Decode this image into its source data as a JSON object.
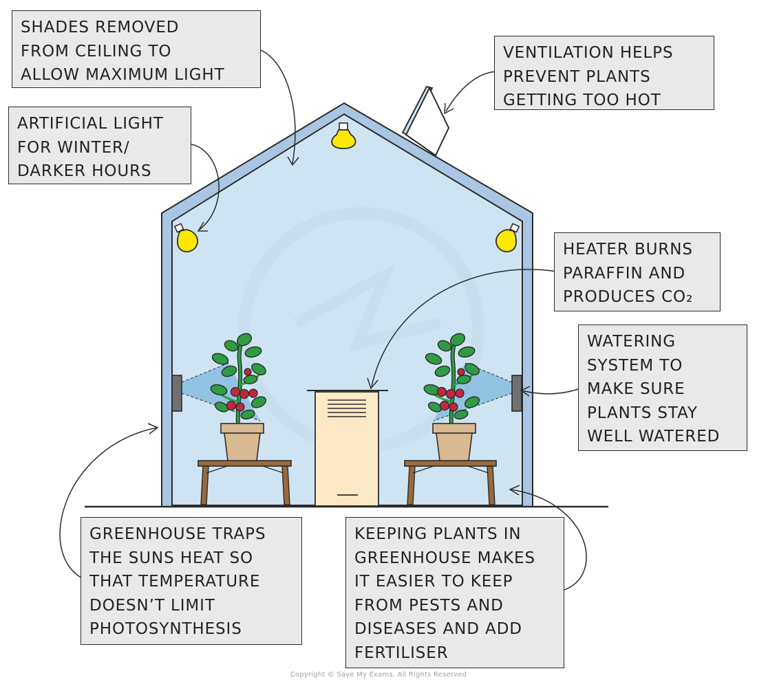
{
  "labels": {
    "shades": [
      "SHADES REMOVED",
      "FROM CEILING TO",
      "ALLOW MAXIMUM LIGHT"
    ],
    "artificial": [
      "ARTIFICIAL LIGHT",
      "FOR WINTER/",
      "DARKER HOURS"
    ],
    "ventilation": [
      "VENTILATION HELPS",
      "PREVENT PLANTS",
      "GETTING TOO HOT"
    ],
    "heater": [
      "HEATER BURNS",
      "PARAFFIN AND",
      "PRODUCES CO₂"
    ],
    "watering": [
      "WATERING",
      "SYSTEM TO",
      "MAKE SURE",
      "PLANTS STAY",
      "WELL WATERED"
    ],
    "traps": [
      "GREENHOUSE TRAPS",
      "THE SUNS HEAT SO",
      "THAT TEMPERATURE",
      "DOESN’T LIMIT",
      "PHOTOSYNTHESIS"
    ],
    "pests": [
      "KEEPING PLANTS IN",
      "GREENHOUSE MAKES",
      "IT EASIER TO KEEP",
      "FROM PESTS AND",
      "DISEASES AND ADD",
      "FERTILISER"
    ]
  },
  "copyright": "Copyright © Save My Exams. All Rights Reserved",
  "colors": {
    "glass": "#cfe4f3",
    "frame": "#a9c6e4",
    "outline": "#2b2b2b",
    "label_fill": "#e9e9e9",
    "bulb": "#ffe800",
    "heater": "#fde9c6",
    "pot": "#d8b991",
    "table": "#9a6a3c",
    "leaf": "#2f9c44",
    "tomato": "#c0283c",
    "sprinkler": "#707070",
    "spray": "#7fb8de"
  }
}
